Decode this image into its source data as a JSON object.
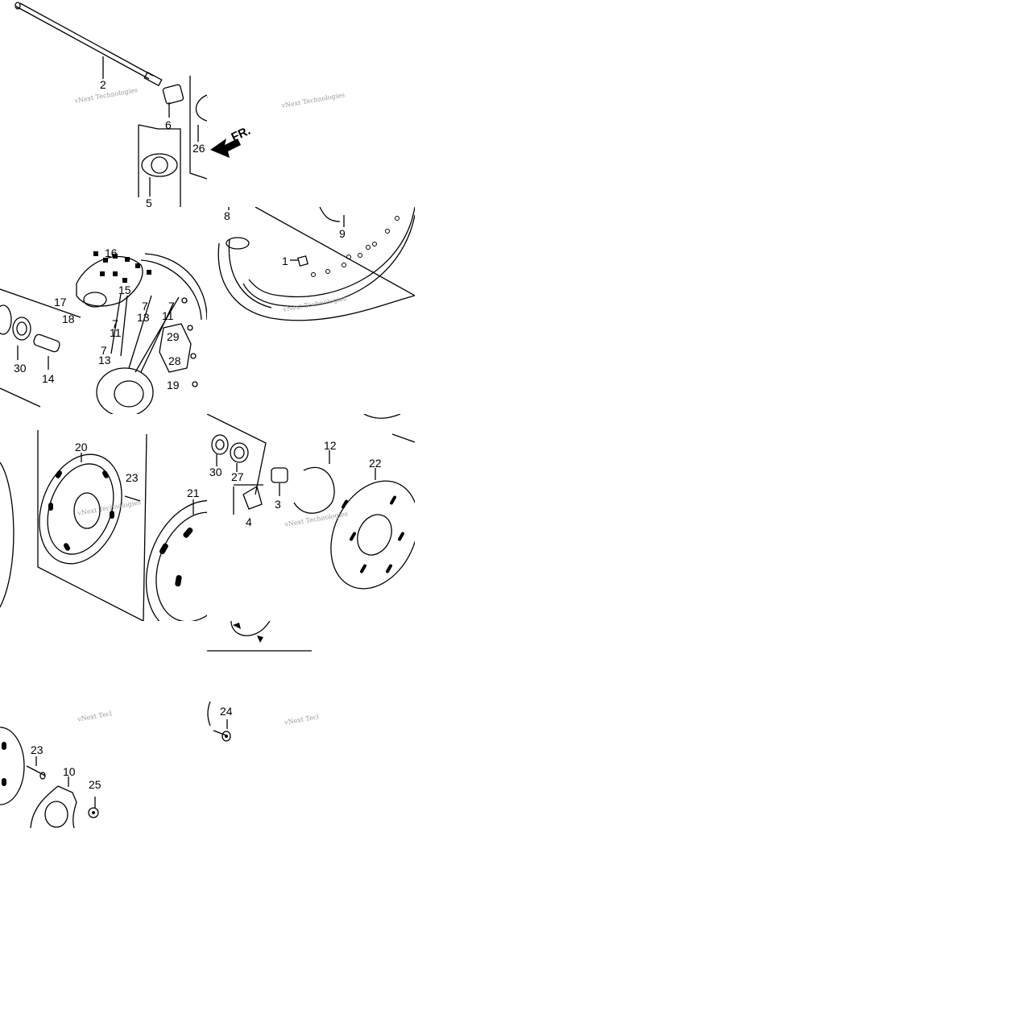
{
  "watermark": "vNext Technologies",
  "watermark_short": "vNext Tecl",
  "direction_label": "FR.",
  "part_numbers": {
    "p1": "1",
    "p2": "2",
    "p3": "3",
    "p4": "4",
    "p5": "5",
    "p6": "6",
    "p7a": "7",
    "p7b": "7",
    "p7c": "7",
    "p7d": "7",
    "p8": "8",
    "p9": "9",
    "p10": "10",
    "p11a": "11",
    "p11b": "11",
    "p12": "12",
    "p13a": "13",
    "p13b": "13",
    "p14": "14",
    "p15": "15",
    "p16": "16",
    "p17": "17",
    "p18": "18",
    "p19": "19",
    "p20": "20",
    "p21": "21",
    "p22": "22",
    "p23a": "23",
    "p23b": "23",
    "p24": "24",
    "p25": "25",
    "p26": "26",
    "p27": "27",
    "p28": "28",
    "p29": "29",
    "p30a": "30",
    "p30b": "30"
  }
}
